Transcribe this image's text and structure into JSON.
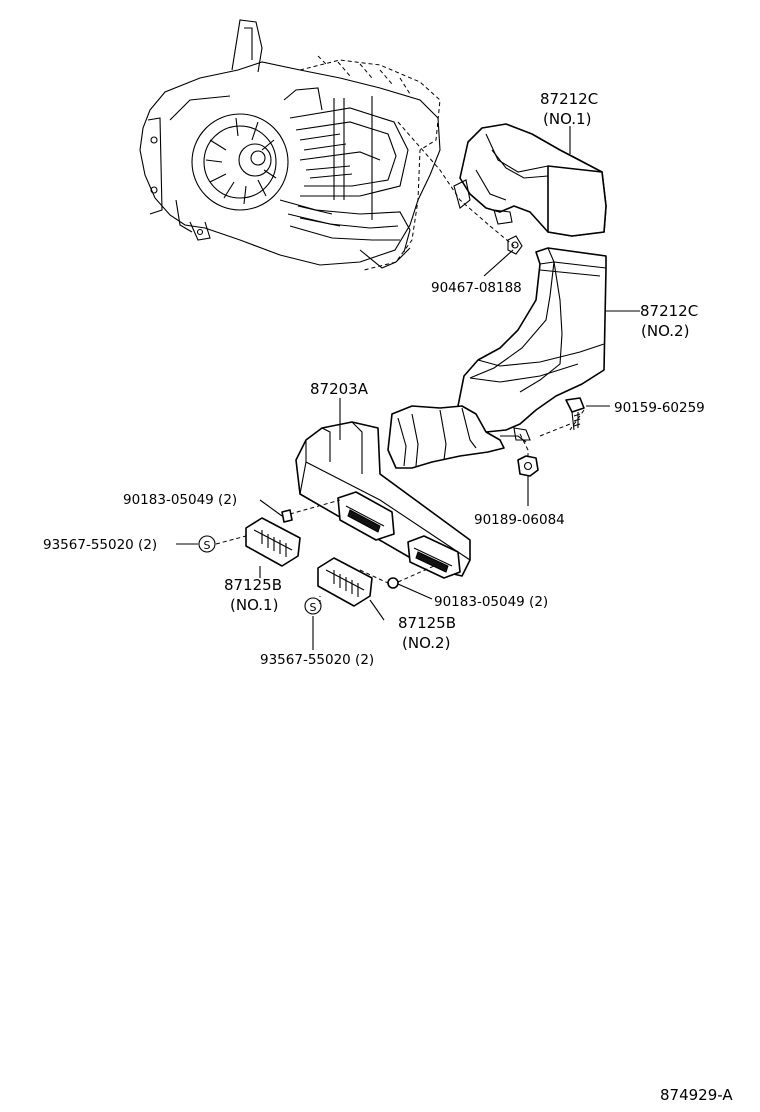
{
  "labels": {
    "duct_no1_part": "87212C",
    "duct_no1_sub": "(NO.1)",
    "duct_no2_part": "87212C",
    "duct_no2_sub": "(NO.2)",
    "clip_top": "90467-08188",
    "bolt": "90159-60259",
    "nut": "90189-06084",
    "duct_main": "87203A",
    "screw_upper": "90183-05049 (2)",
    "screw_lower": "90183-05049 (2)",
    "seal_upper": "93567-55020 (2)",
    "seal_lower": "93567-55020 (2)",
    "register_no1_part": "87125B",
    "register_no1_sub": "(NO.1)",
    "register_no2_part": "87125B",
    "register_no2_sub": "(NO.2)",
    "seal_symbol": "S",
    "figure_id": "874929-A"
  }
}
